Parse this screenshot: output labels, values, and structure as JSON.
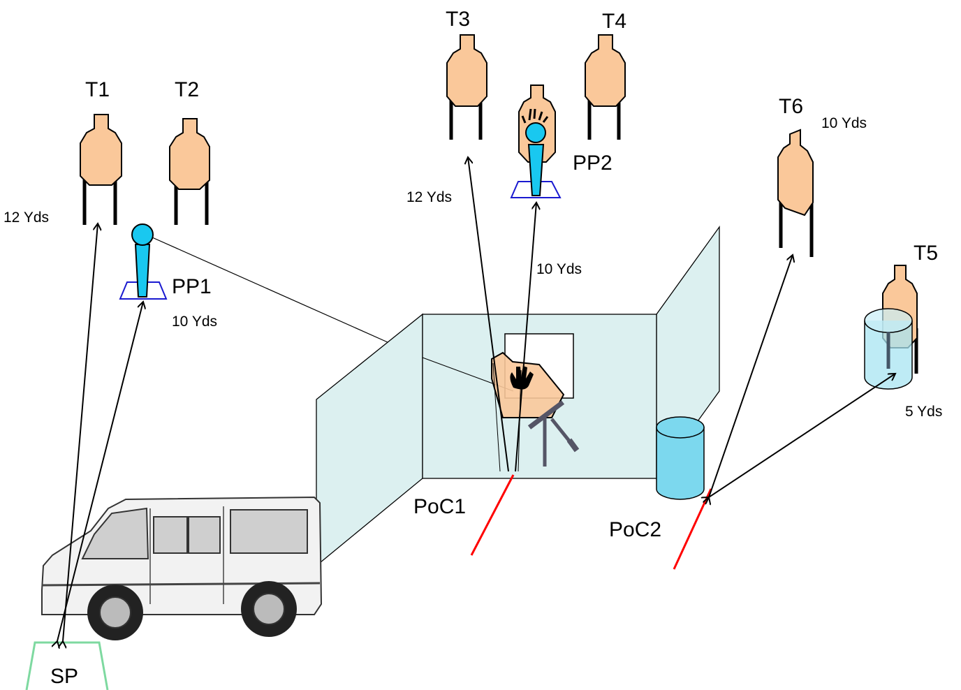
{
  "targets": {
    "t1": "T1",
    "t2": "T2",
    "t3": "T3",
    "t4": "T4",
    "t5": "T5",
    "t6": "T6"
  },
  "poppers": {
    "pp1": "PP1",
    "pp2": "PP2"
  },
  "positions": {
    "poc1": "PoC1",
    "poc2": "PoC2",
    "start": "SP"
  },
  "distances": {
    "t1_t2": "12 Yds",
    "pp1": "10 Yds",
    "t3": "12 Yds",
    "pp2": "10 Yds",
    "t6": "10 Yds",
    "t5": "5 Yds"
  },
  "colors": {
    "target_fill": "#FAC89A",
    "popper_fill": "#19C8F0",
    "wall_fill": "#DCF0F0",
    "barrel_fill": "#7CD8EE",
    "poc_line": "#FF0000",
    "start_box": "#7ED9A0"
  }
}
